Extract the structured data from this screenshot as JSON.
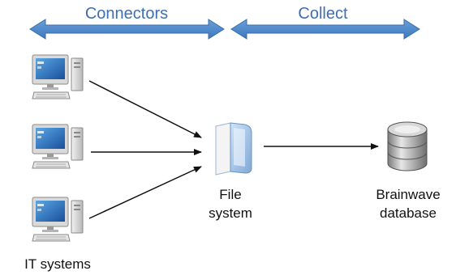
{
  "phases": {
    "connectors_label": "Connectors",
    "collect_label": "Collect"
  },
  "nodes": {
    "sources_label": "IT systems",
    "filesystem_label_line1": "File",
    "filesystem_label_line2": "system",
    "database_label_line1": "Brainwave",
    "database_label_line2": "database"
  },
  "colors": {
    "phase_arrow": "#4a86c8",
    "phase_text": "#3d6fb4",
    "flow_arrow": "#111111"
  },
  "icons": {
    "sources": [
      "desktop-computer-icon",
      "desktop-computer-icon",
      "desktop-computer-icon"
    ],
    "filesystem": "folder-icon",
    "database": "database-icon"
  }
}
